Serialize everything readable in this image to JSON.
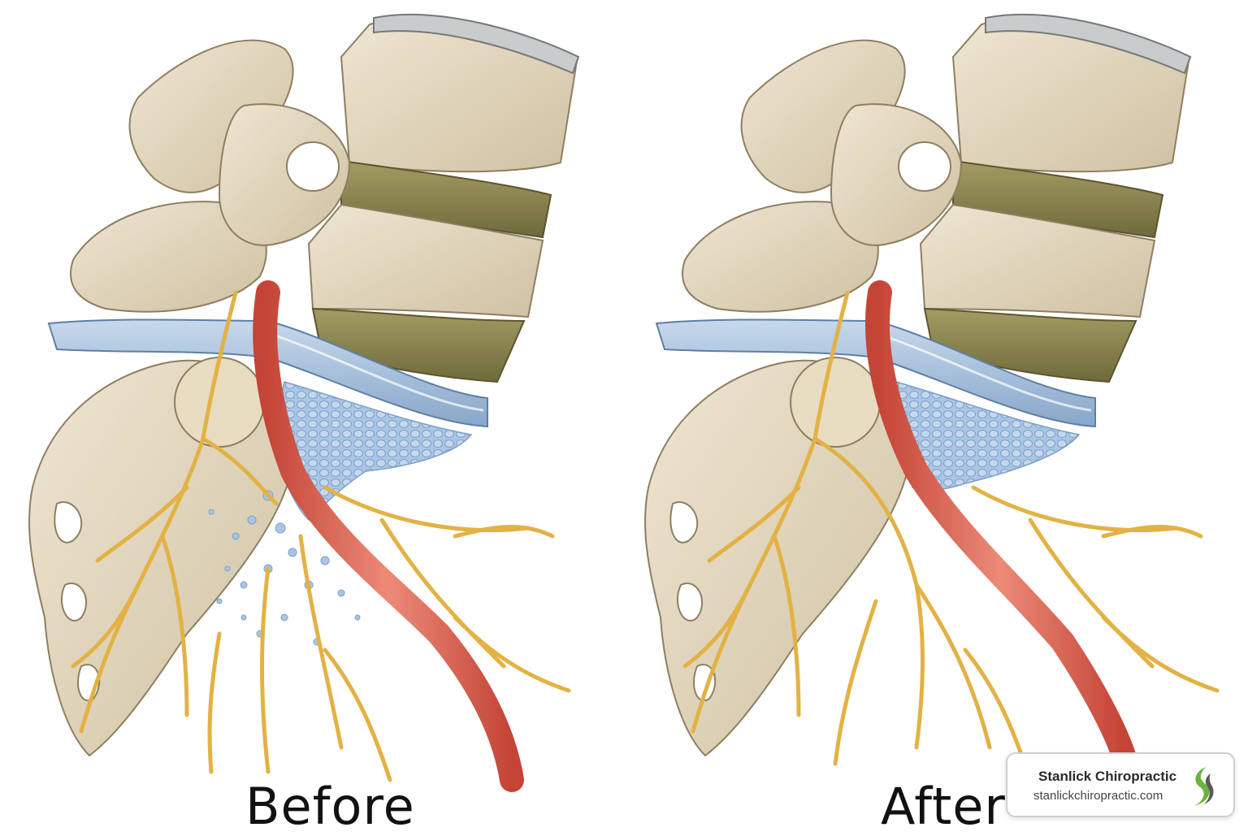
{
  "panels": {
    "before": {
      "caption": "Before"
    },
    "after": {
      "caption": "After"
    }
  },
  "brand": {
    "name": "Stanlick Chiropractic",
    "url": "stanlickchiropractic.com",
    "logo_icon": "spine-s-leaf-icon",
    "logo_colors": [
      "#6cb33f",
      "#5a5a5a"
    ]
  },
  "colors": {
    "bone": "#e3d8c0",
    "disc": "#8a8450",
    "nerve": "#e3b244",
    "artery": "#d9584a",
    "ligament": "#a9c3de",
    "herniation": "#9dbde0"
  }
}
